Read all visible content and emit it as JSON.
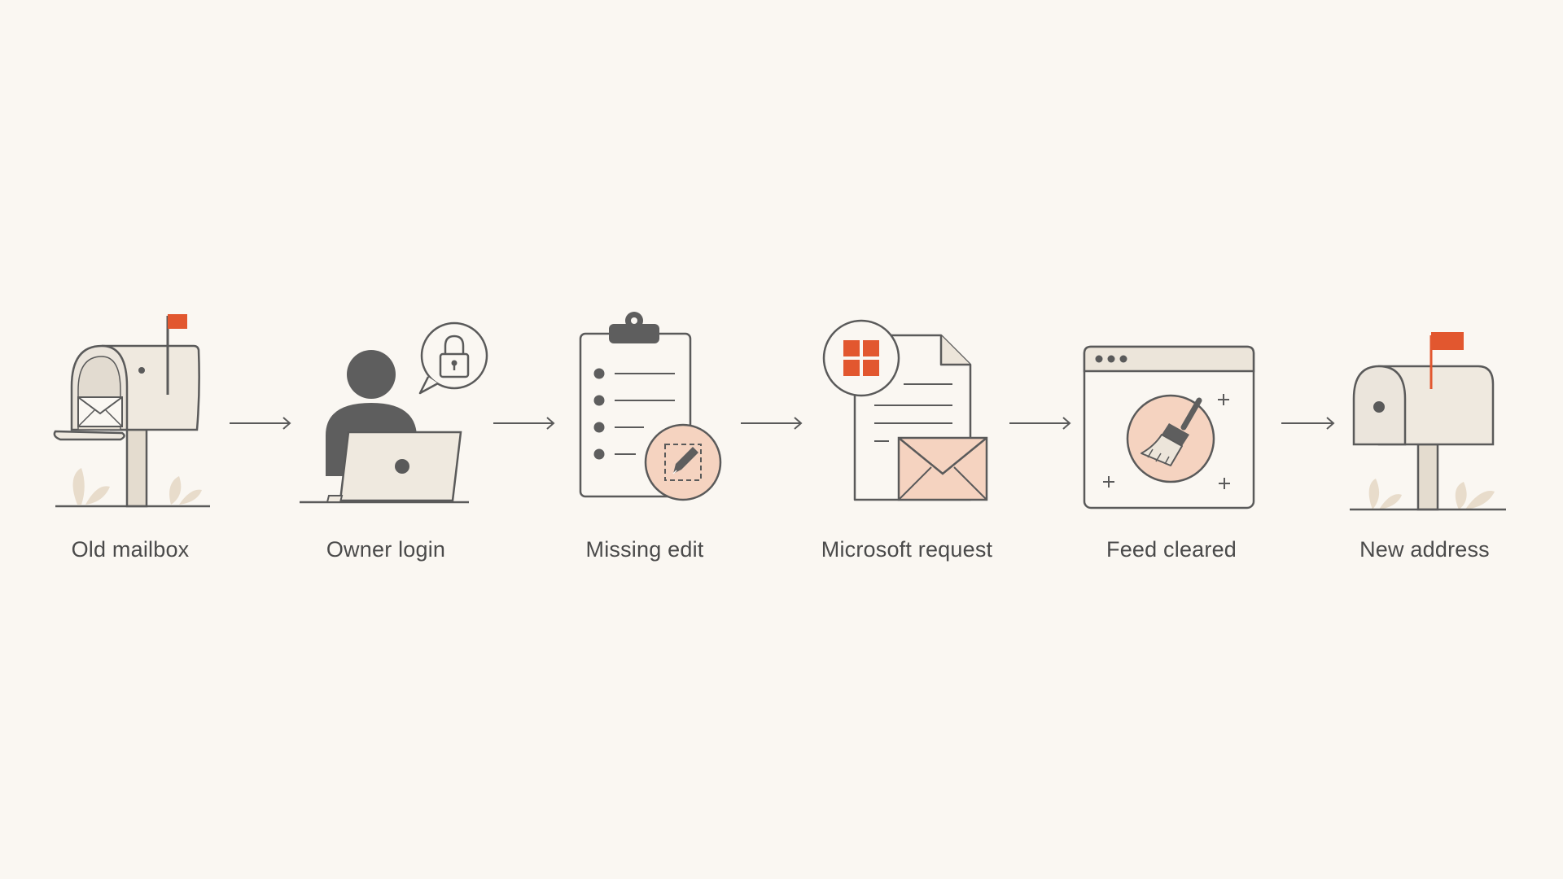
{
  "colors": {
    "background": "#faf7f2",
    "stroke": "#5a5a5a",
    "dark_fill": "#5e5e5e",
    "light_fill": "#ece5da",
    "accent": "#e2572f",
    "accent_soft": "#f5d3c0"
  },
  "flow": {
    "steps": [
      {
        "label": "Old mailbox",
        "icon": "old-mailbox-icon"
      },
      {
        "label": "Owner login",
        "icon": "owner-login-icon"
      },
      {
        "label": "Missing edit",
        "icon": "missing-edit-icon"
      },
      {
        "label": "Microsoft request",
        "icon": "microsoft-request-icon"
      },
      {
        "label": "Feed cleared",
        "icon": "feed-cleared-icon"
      },
      {
        "label": "New address",
        "icon": "new-mailbox-icon"
      }
    ]
  }
}
